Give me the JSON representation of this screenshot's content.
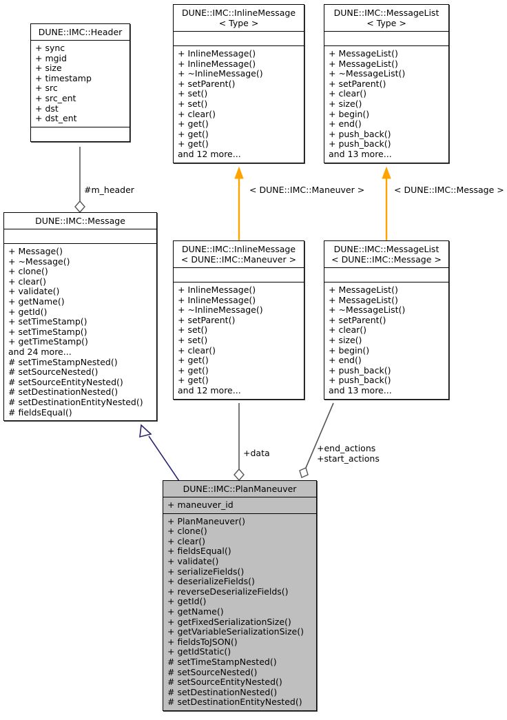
{
  "diagram": {
    "type": "uml-class-diagram",
    "title": "DUNE::IMC::PlanManeuver collaboration diagram",
    "colors": {
      "background": "#ffffff",
      "node_border": "#000000",
      "node_fill": "#ffffff",
      "focus_node_fill": "#bfbfbf",
      "inheritance_edge": "#27246e",
      "aggregation_edge": "#555555",
      "template_binding_edge": "#ffa300",
      "text": "#000000"
    }
  },
  "nodes": {
    "header": {
      "name": "header-class",
      "title_lines": [
        "DUNE::IMC::Header"
      ],
      "attributes": [
        "+ sync",
        "+ mgid",
        "+ size",
        "+ timestamp",
        "+ src",
        "+ src_ent",
        "+ dst",
        "+ dst_ent"
      ],
      "operations": []
    },
    "inline_message_template": {
      "name": "inline-message-template-class",
      "title_lines": [
        "DUNE::IMC::InlineMessage",
        "< Type >"
      ],
      "attributes": [],
      "operations": [
        "+ InlineMessage()",
        "+ InlineMessage()",
        "+ ~InlineMessage()",
        "+ setParent()",
        "+ set()",
        "+ set()",
        "+ clear()",
        "+ get()",
        "+ get()",
        "+ get()",
        "and 12 more..."
      ]
    },
    "message_list_template": {
      "name": "message-list-template-class",
      "title_lines": [
        "DUNE::IMC::MessageList",
        "< Type >"
      ],
      "attributes": [],
      "operations": [
        "+ MessageList()",
        "+ MessageList()",
        "+ ~MessageList()",
        "+ setParent()",
        "+ clear()",
        "+ size()",
        "+ begin()",
        "+ end()",
        "+ push_back()",
        "+ push_back()",
        "and 13 more..."
      ]
    },
    "message": {
      "name": "message-class",
      "title_lines": [
        "DUNE::IMC::Message"
      ],
      "attributes": [],
      "operations": [
        "+ Message()",
        "+ ~Message()",
        "+ clone()",
        "+ clear()",
        "+ validate()",
        "+ getName()",
        "+ getId()",
        "+ setTimeStamp()",
        "+ setTimeStamp()",
        "+ getTimeStamp()",
        "and 24 more...",
        "# setTimeStampNested()",
        "# setSourceNested()",
        "# setSourceEntityNested()",
        "# setDestinationNested()",
        "# setDestinationEntityNested()",
        "# fieldsEqual()"
      ]
    },
    "inline_message_maneuver": {
      "name": "inline-message-maneuver-class",
      "title_lines": [
        "DUNE::IMC::InlineMessage",
        "< DUNE::IMC::Maneuver >"
      ],
      "attributes": [],
      "operations": [
        "+ InlineMessage()",
        "+ InlineMessage()",
        "+ ~InlineMessage()",
        "+ setParent()",
        "+ set()",
        "+ set()",
        "+ clear()",
        "+ get()",
        "+ get()",
        "+ get()",
        "and 12 more..."
      ]
    },
    "message_list_message": {
      "name": "message-list-message-class",
      "title_lines": [
        "DUNE::IMC::MessageList",
        "< DUNE::IMC::Message >"
      ],
      "attributes": [],
      "operations": [
        "+ MessageList()",
        "+ MessageList()",
        "+ ~MessageList()",
        "+ setParent()",
        "+ clear()",
        "+ size()",
        "+ begin()",
        "+ end()",
        "+ push_back()",
        "+ push_back()",
        "and 13 more..."
      ]
    },
    "plan_maneuver": {
      "name": "plan-maneuver-class",
      "title_lines": [
        "DUNE::IMC::PlanManeuver"
      ],
      "attributes": [
        "+ maneuver_id"
      ],
      "operations": [
        "+ PlanManeuver()",
        "+ clone()",
        "+ clear()",
        "+ fieldsEqual()",
        "+ validate()",
        "+ serializeFields()",
        "+ deserializeFields()",
        "+ reverseDeserializeFields()",
        "+ getId()",
        "+ getName()",
        "+ getFixedSerializationSize()",
        "+ getVariableSerializationSize()",
        "+ fieldsToJSON()",
        "+ getIdStatic()",
        "# setTimeStampNested()",
        "# setSourceNested()",
        "# setSourceEntityNested()",
        "# setDestinationNested()",
        "# setDestinationEntityNested()"
      ]
    }
  },
  "edge_labels": {
    "m_header": [
      "#m_header"
    ],
    "maneuver_binding": [
      "< DUNE::IMC::Maneuver >"
    ],
    "message_binding": [
      "< DUNE::IMC::Message >"
    ],
    "data": [
      "+data"
    ],
    "actions": [
      "+end_actions",
      "+start_actions"
    ]
  }
}
